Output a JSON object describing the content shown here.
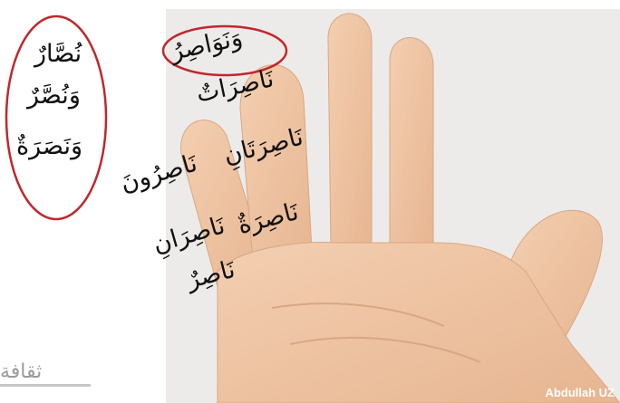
{
  "left_group": {
    "words": [
      "نُصَّارٌ",
      "وَنُصَّرٌ",
      "وَنَصَرَةٌ"
    ],
    "highlight_color": "#c1272d"
  },
  "finger_words": {
    "top_circled": "وَنَوَاصِرُ",
    "ring_finger": "نَاصِرَاتٌ",
    "middle_upper": "نَاصِرَتَانِ",
    "index_upper": "نَاصِرُونَ",
    "middle_lower": "نَاصِرَةٌ",
    "index_lower": "نَاصِرَانِ",
    "bottom": "نَاصِرٌ"
  },
  "credit": "Abdullah UZ",
  "logo_text": "ثقافة",
  "colors": {
    "skin": "#efc3a0",
    "skin_shadow": "#d9a785",
    "circle": "#c1272d"
  }
}
